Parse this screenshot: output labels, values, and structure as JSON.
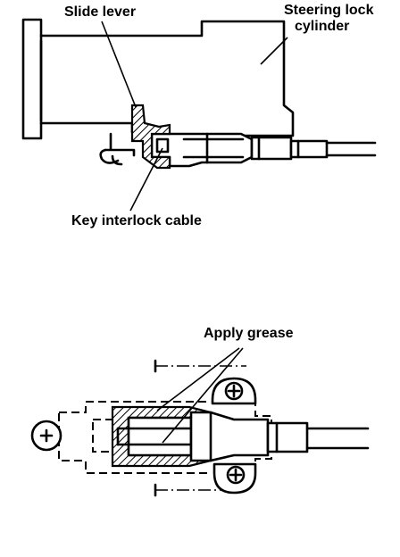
{
  "figure_top": {
    "label_slide_lever": "Slide lever",
    "label_steering_lock_line1": "Steering lock",
    "label_steering_lock_line2": "cylinder",
    "label_key_interlock": "Key interlock cable"
  },
  "figure_bottom": {
    "label_apply_grease": "Apply grease"
  }
}
